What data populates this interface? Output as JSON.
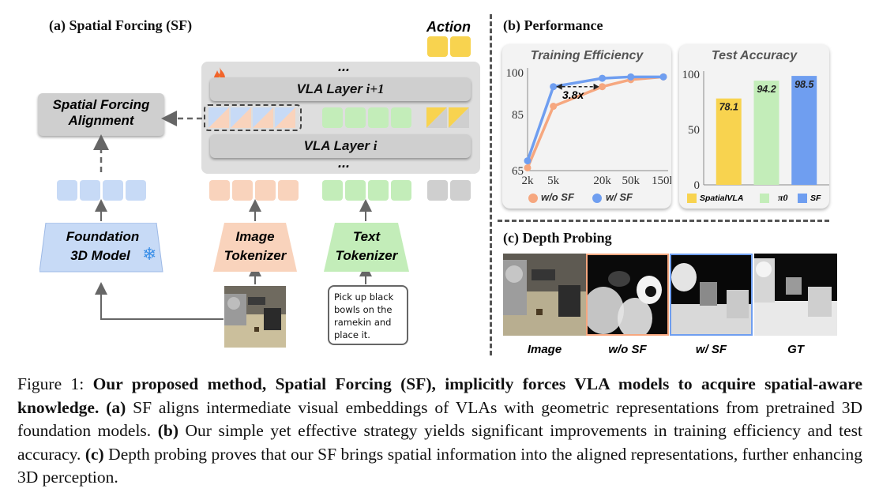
{
  "panel_a": {
    "title": "(a) Spatial Forcing (SF)",
    "action_label": "Action",
    "layer_top_prefix": "VLA Layer ",
    "layer_top_index": "i+1",
    "layer_bottom_prefix": "VLA Layer ",
    "layer_bottom_index": "i",
    "ellipsis": "...",
    "alignment_line1": "Spatial Forcing",
    "alignment_line2": "Alignment",
    "foundation_line1": "Foundation",
    "foundation_line2": "3D Model",
    "image_tok_line1": "Image",
    "image_tok_line2": "Tokenizer",
    "text_tok_line1": "Text",
    "text_tok_line2": "Tokenizer",
    "instruction": "Pick up black bowls on the ramekin and place it.",
    "icons": [
      "fire-icon",
      "snowflake-icon"
    ]
  },
  "panel_b": {
    "title": "(b) Performance",
    "training_title": "Training Efficiency",
    "accuracy_title": "Test Accuracy",
    "speedup": "3.8x",
    "legend_wo": "w/o SF",
    "legend_w": "w/ SF",
    "acc_legend": [
      "SpatialVLA",
      "π0",
      "SF"
    ]
  },
  "panel_c": {
    "title": "(c) Depth Probing",
    "labels": [
      "Image",
      "w/o SF",
      "w/ SF",
      "GT"
    ]
  },
  "chart_data": [
    {
      "type": "line",
      "title": "Training Efficiency",
      "x": [
        "2k",
        "5k",
        "20k",
        "50k",
        "150k"
      ],
      "y_ticks": [
        65,
        85,
        100
      ],
      "ylim": [
        65,
        100
      ],
      "series": [
        {
          "name": "w/o SF",
          "color": "#f6a77f",
          "values": [
            66,
            88,
            95,
            97.5,
            98.5
          ]
        },
        {
          "name": "w/ SF",
          "color": "#6f9ef0",
          "values": [
            68.5,
            95,
            98,
            98.5,
            98.5
          ]
        }
      ],
      "annotation": "3.8x"
    },
    {
      "type": "bar",
      "title": "Test Accuracy",
      "categories": [
        "SpatialVLA",
        "π0",
        "SF"
      ],
      "values": [
        78.1,
        94.2,
        98.5
      ],
      "value_labels": [
        "78.1",
        "94.2",
        "98.5"
      ],
      "colors": [
        "#f8d34f",
        "#c3edb9",
        "#6f9ef0"
      ],
      "y_ticks": [
        0,
        50,
        100
      ],
      "ylim": [
        0,
        100
      ]
    }
  ],
  "caption": {
    "figure_label": "Figure 1: ",
    "bold_lead": "Our proposed method, Spatial Forcing (SF), implicitly forces VLA models to acquire spatial-aware knowledge.",
    "a_label": "(a)",
    "a_text": " SF aligns intermediate visual embeddings of VLAs with geometric representations from pretrained 3D foundation models. ",
    "b_label": "(b)",
    "b_text": " Our simple yet effective strategy yields significant improvements in training efficiency and test accuracy. ",
    "c_label": "(c)",
    "c_text": " Depth probing proves that our SF brings spatial information into the aligned representations, further enhancing 3D perception."
  }
}
